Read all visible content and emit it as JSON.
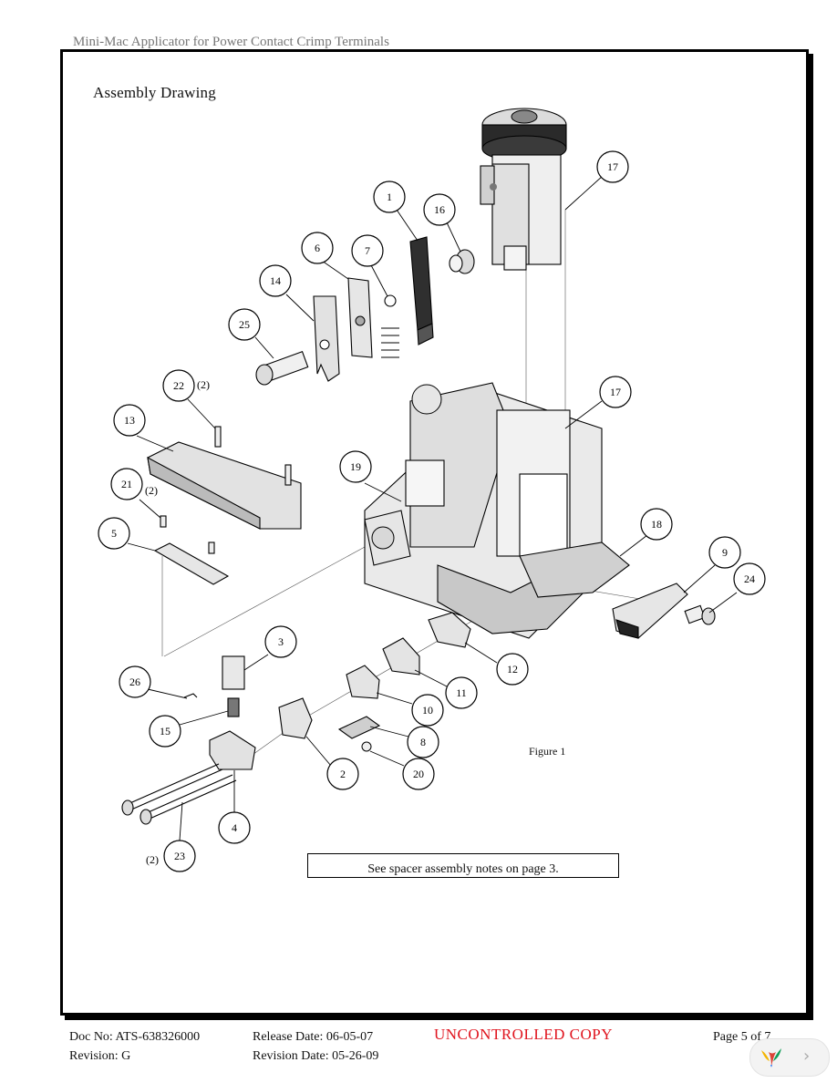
{
  "header": {
    "running_title": "Mini-Mac Applicator for Power Contact Crimp Terminals"
  },
  "section_title": "Assembly Drawing",
  "figure_label": "Figure 1",
  "note": "See spacer assembly notes on page 3.",
  "callouts": [
    {
      "id": "c1",
      "num": "1"
    },
    {
      "id": "c16",
      "num": "16"
    },
    {
      "id": "c17a",
      "num": "17"
    },
    {
      "id": "c6",
      "num": "6"
    },
    {
      "id": "c7",
      "num": "7"
    },
    {
      "id": "c14",
      "num": "14"
    },
    {
      "id": "c25",
      "num": "25"
    },
    {
      "id": "c22",
      "num": "22",
      "qty": "(2)"
    },
    {
      "id": "c13",
      "num": "13"
    },
    {
      "id": "c17b",
      "num": "17"
    },
    {
      "id": "c19",
      "num": "19"
    },
    {
      "id": "c21",
      "num": "21",
      "qty": "(2)"
    },
    {
      "id": "c5",
      "num": "5"
    },
    {
      "id": "c18",
      "num": "18"
    },
    {
      "id": "c9",
      "num": "9"
    },
    {
      "id": "c24",
      "num": "24"
    },
    {
      "id": "c3",
      "num": "3"
    },
    {
      "id": "c12",
      "num": "12"
    },
    {
      "id": "c26",
      "num": "26"
    },
    {
      "id": "c11",
      "num": "11"
    },
    {
      "id": "c10",
      "num": "10"
    },
    {
      "id": "c15",
      "num": "15"
    },
    {
      "id": "c8",
      "num": "8"
    },
    {
      "id": "c2",
      "num": "2"
    },
    {
      "id": "c20",
      "num": "20"
    },
    {
      "id": "c4",
      "num": "4"
    },
    {
      "id": "c23",
      "num": "23",
      "qty": "(2)"
    }
  ],
  "footer": {
    "doc_no": "Doc No: ATS-638326000",
    "revision": "Revision: G",
    "release_date": "Release Date: 06-05-07",
    "revision_date": "Revision Date: 05-26-09",
    "stamp": "UNCONTROLLED COPY",
    "page": "Page 5 of 7"
  },
  "colors": {
    "stamp": "#e0141e",
    "frame": "#000000",
    "part_fill": "#e6e6e6",
    "part_shade": "#c8c8c8"
  },
  "icons": {
    "viewer_logo": "colorful-bird-logo-icon",
    "next_page": "chevron-right-icon"
  }
}
